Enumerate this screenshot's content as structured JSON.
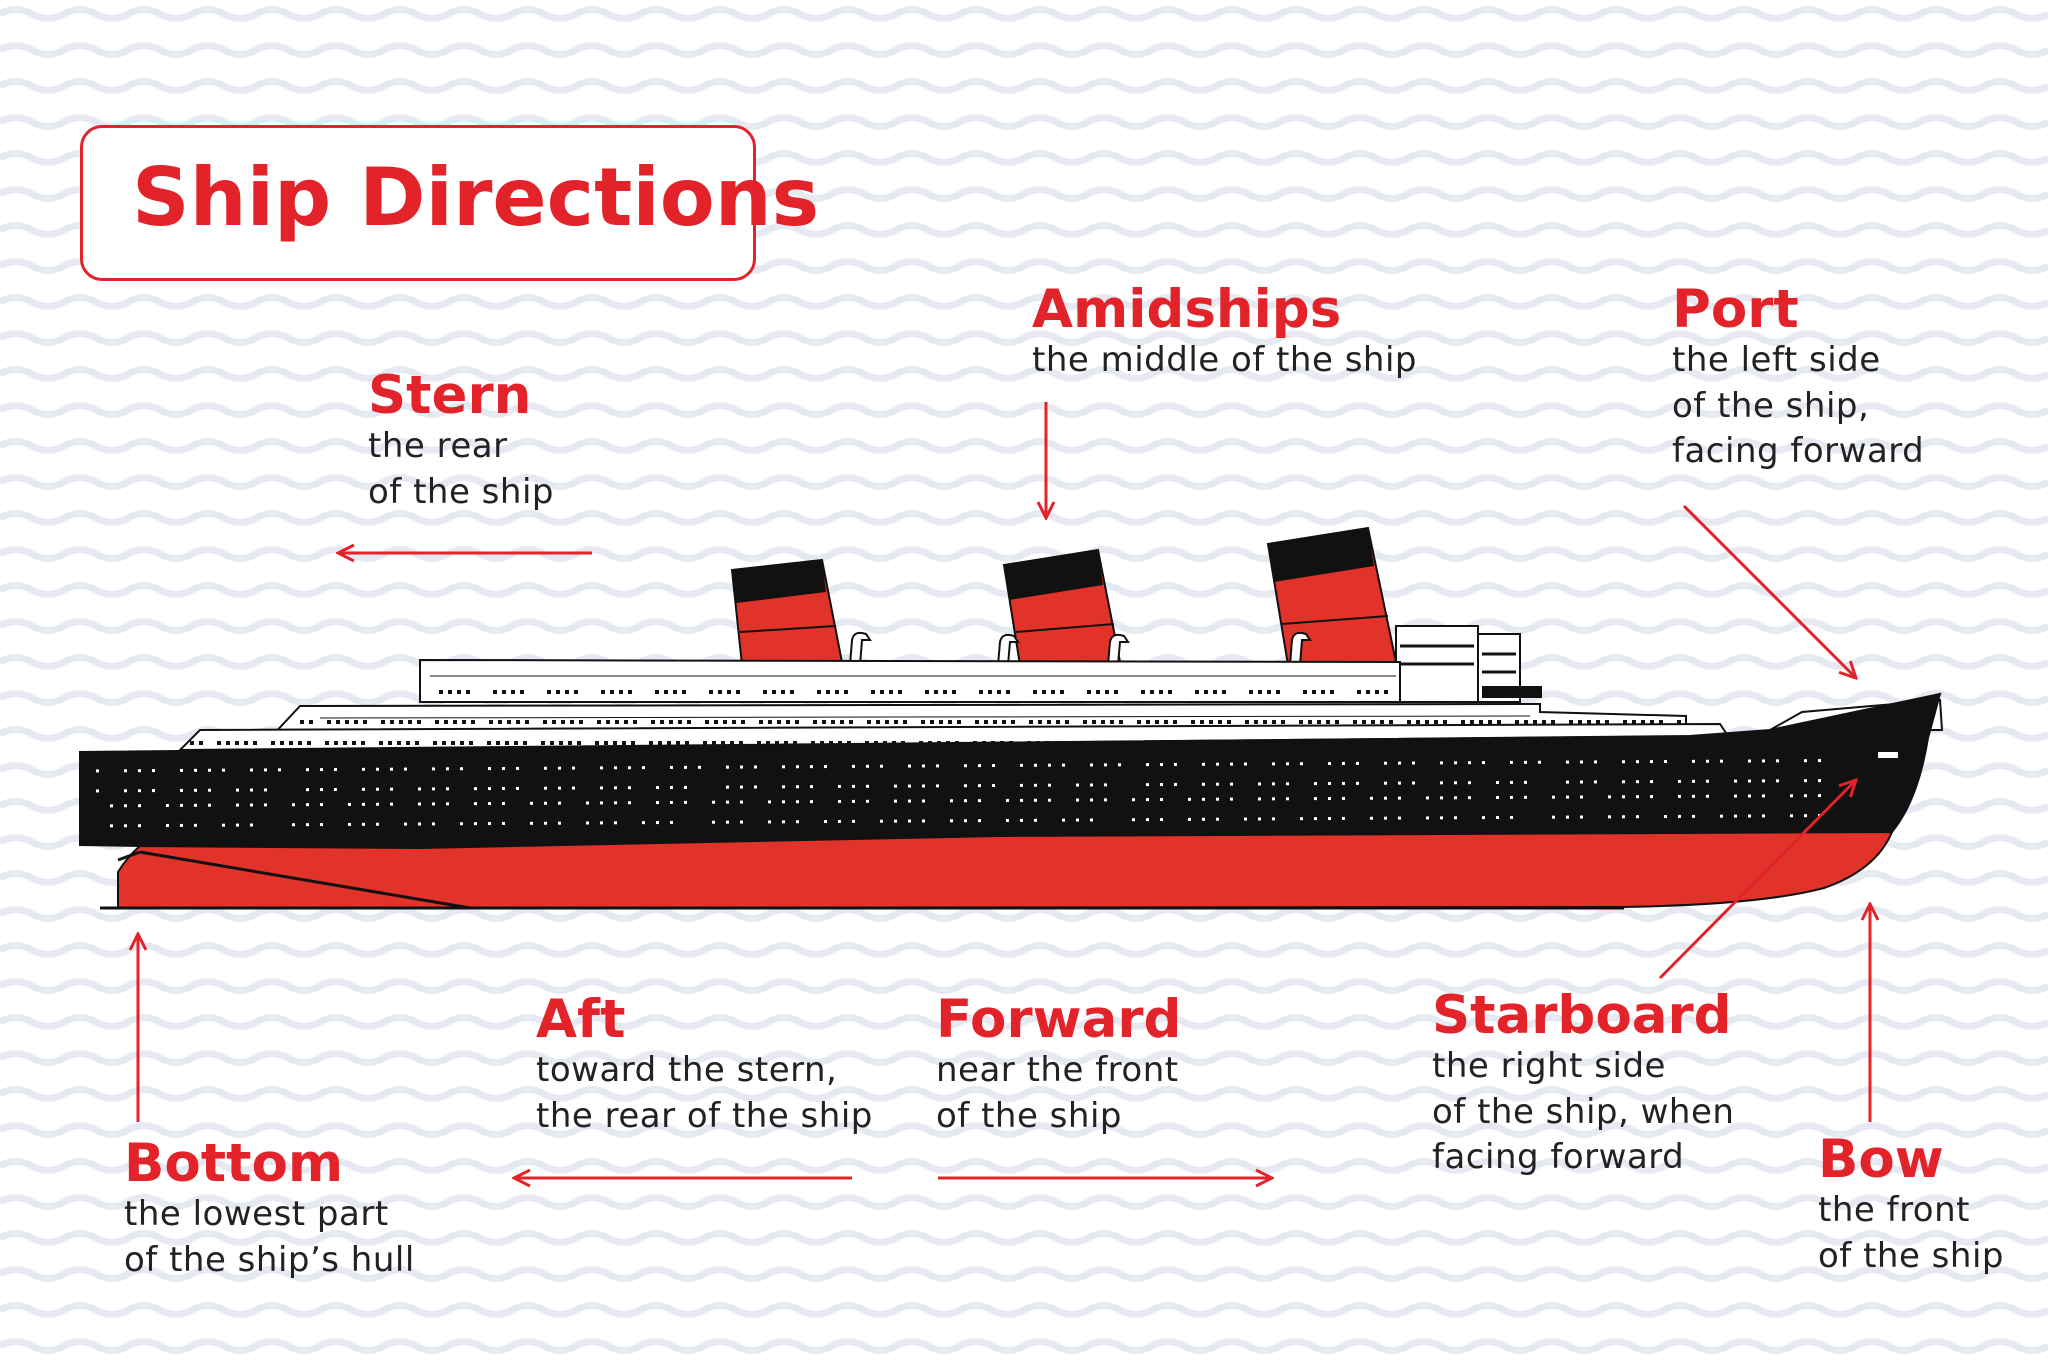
{
  "title": "Ship Directions",
  "colors": {
    "accent": "#e2232a",
    "hull_black": "#111111",
    "hull_red": "#e2332a",
    "wave": "#e6e9f1",
    "text": "#222222"
  },
  "terms": {
    "stern": {
      "heading": "Stern",
      "lines": [
        "the rear",
        "of the ship"
      ]
    },
    "amidships": {
      "heading": "Amidships",
      "lines": [
        "the middle of the ship"
      ]
    },
    "port": {
      "heading": "Port",
      "lines": [
        "the left side",
        "of the ship,",
        "facing forward"
      ]
    },
    "aft": {
      "heading": "Aft",
      "lines": [
        "toward the stern,",
        "the rear of the ship"
      ]
    },
    "forward": {
      "heading": "Forward",
      "lines": [
        "near the front",
        "of the ship"
      ]
    },
    "starboard": {
      "heading": "Starboard",
      "lines": [
        "the right side",
        "of the ship, when",
        "facing forward"
      ]
    },
    "bottom": {
      "heading": "Bottom",
      "lines": [
        "the lowest part",
        "of the ship’s hull"
      ]
    },
    "bow": {
      "heading": "Bow",
      "lines": [
        "the front",
        "of the ship"
      ]
    }
  }
}
